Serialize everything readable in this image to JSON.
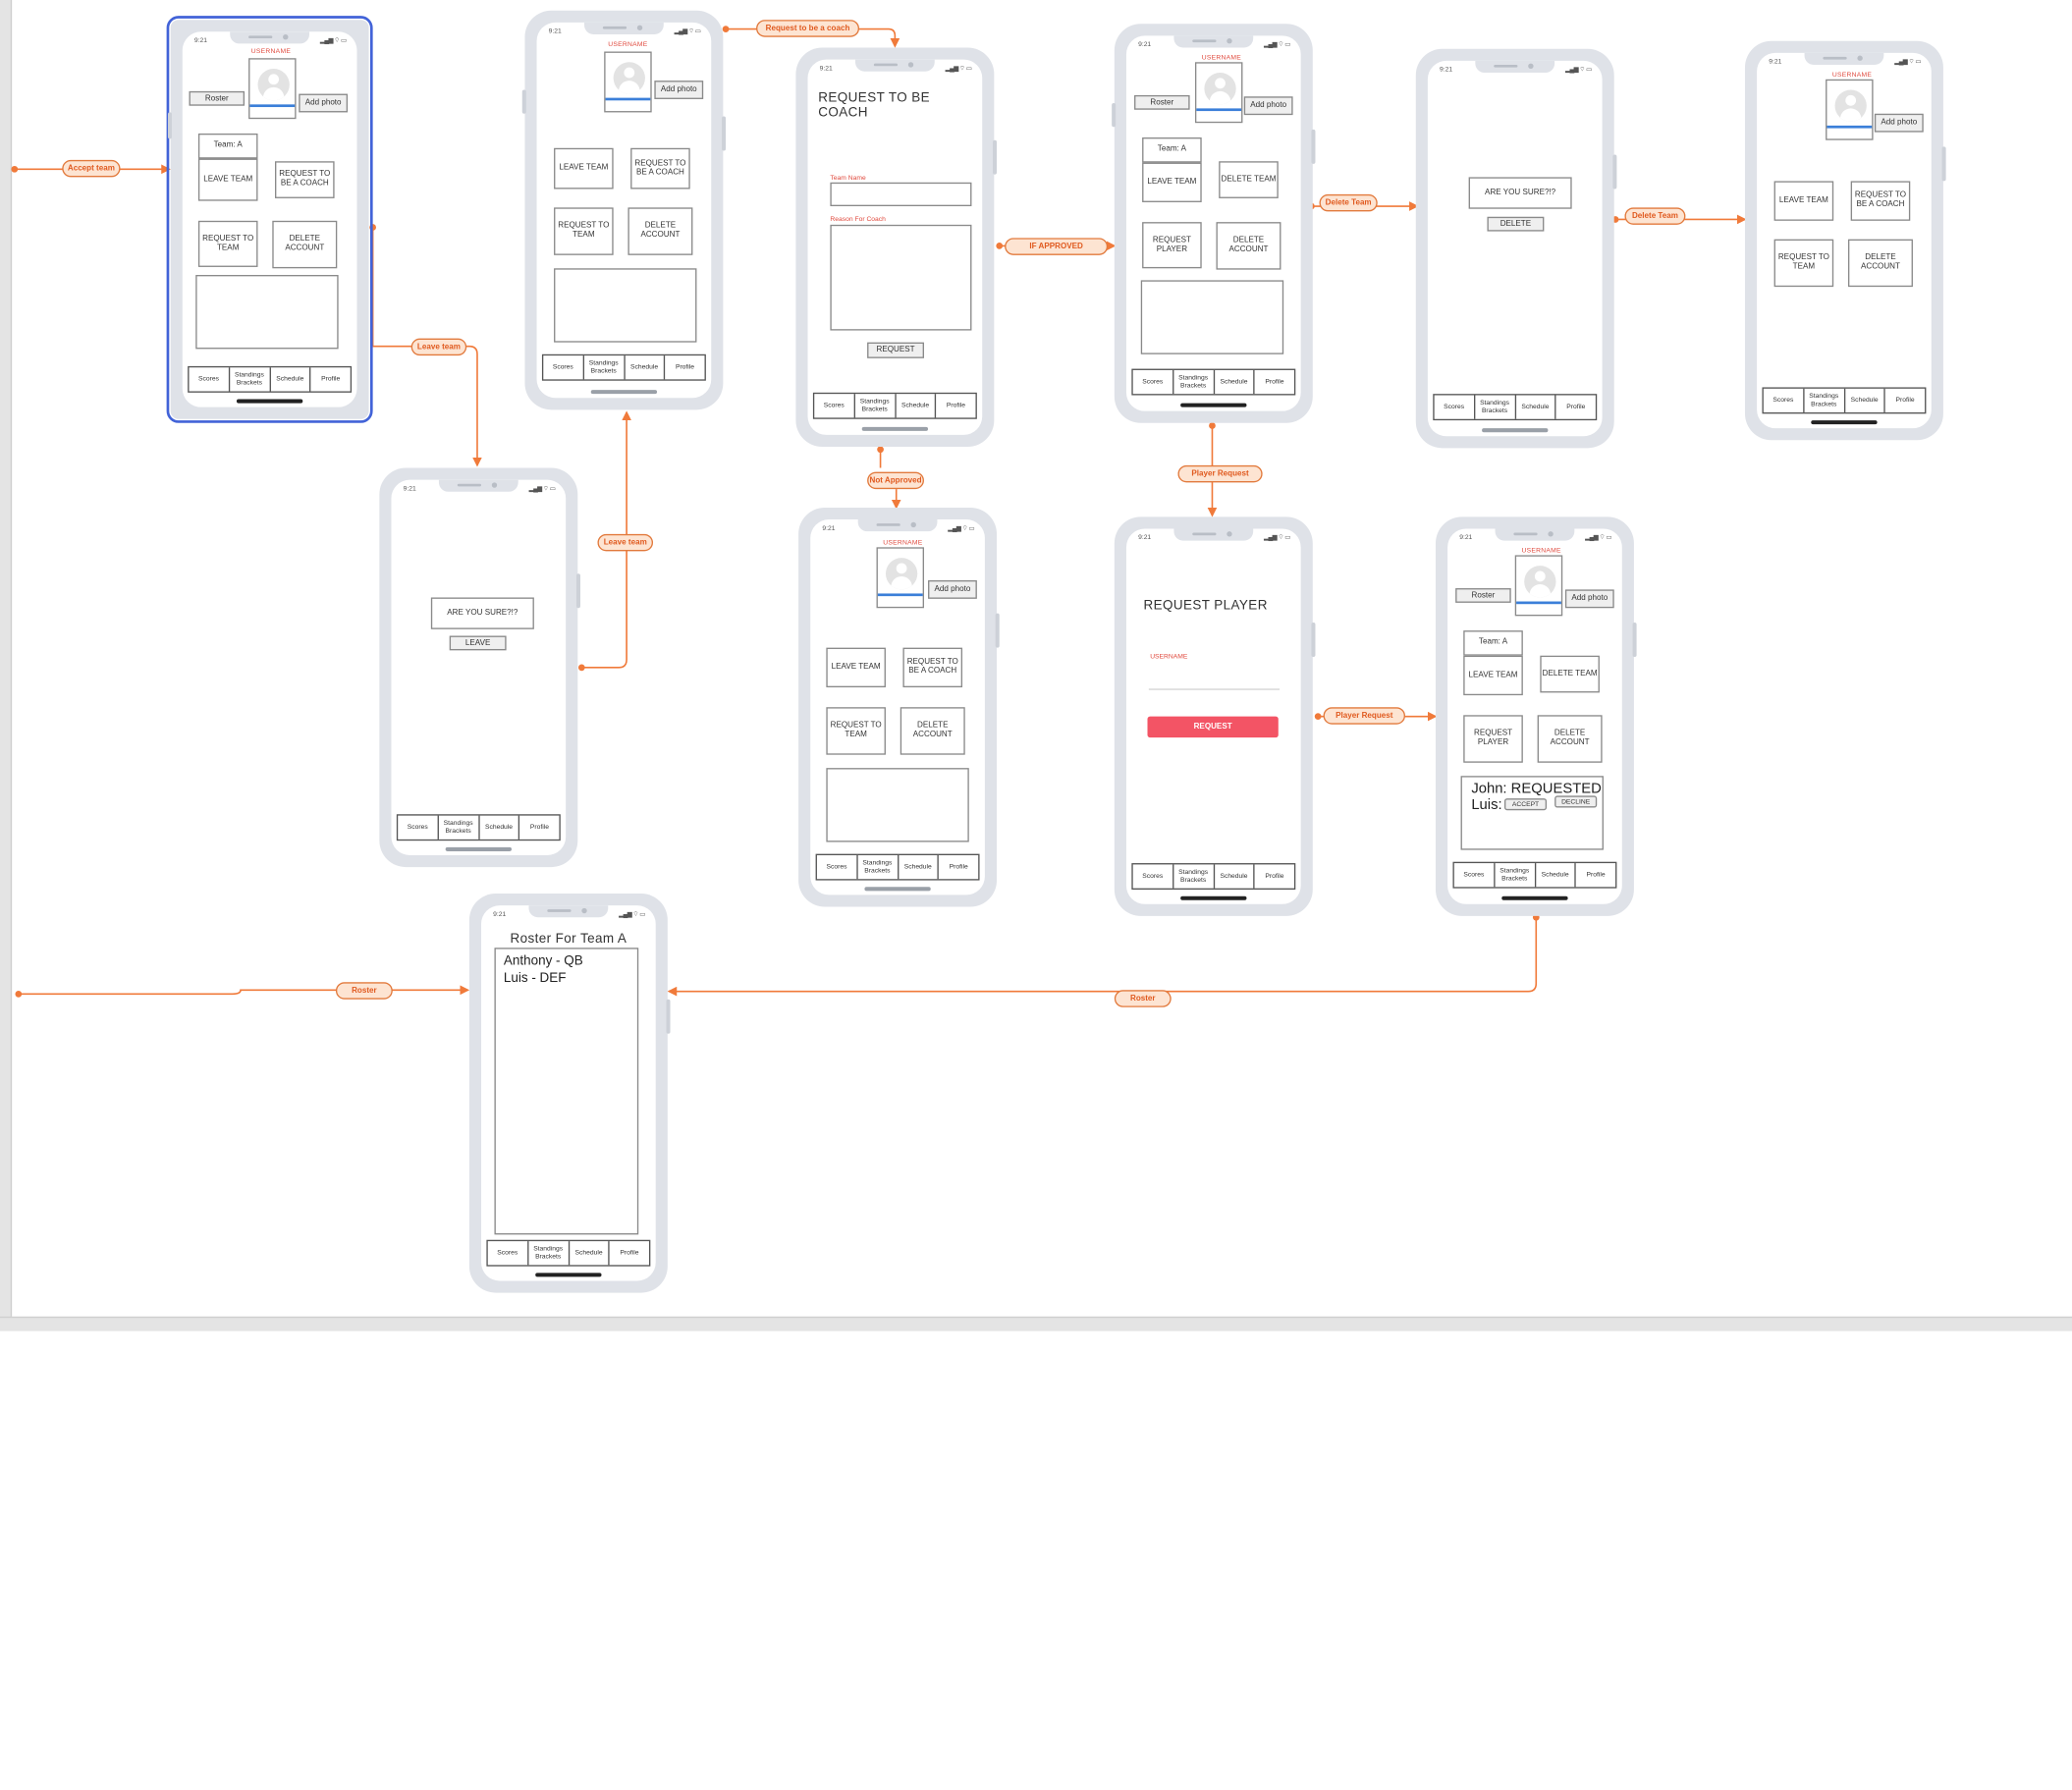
{
  "common": {
    "time": "9:21",
    "username": "USERNAME",
    "roster": "Roster",
    "add_photo": "Add photo",
    "team_a": "Team: A",
    "leave_team": "LEAVE TEAM",
    "request_coach": "REQUEST TO BE A COACH",
    "request_team": "REQUEST TO TEAM",
    "delete_account": "DELETE ACCOUNT",
    "delete_team": "DELETE TEAM",
    "request_player": "REQUEST PLAYER",
    "are_you_sure": "ARE YOU SURE?!?",
    "leave": "LEAVE",
    "delete": "DELETE"
  },
  "tabs": [
    "Scores",
    "Standings Brackets",
    "Schedule",
    "Profile"
  ],
  "coach_form": {
    "title": "REQUEST TO BE COACH",
    "team_name_label": "Team Name",
    "reason_label": "Reason For Coach",
    "submit": "REQUEST"
  },
  "player_form": {
    "title": "REQUEST PLAYER",
    "username_label": "USERNAME",
    "submit": "REQUEST"
  },
  "requests": {
    "line1": "John: REQUESTED",
    "line2": "Luis:",
    "accept": "ACCEPT",
    "decline": "DECLINE"
  },
  "roster_screen": {
    "title": "Roster For Team A",
    "players": [
      "Anthony - QB",
      "Luis - DEF"
    ]
  },
  "flows": {
    "accept_team": "Accept team",
    "leave_team_1": "Leave team",
    "leave_team_2": "Leave team",
    "request_coach": "Request to be a coach",
    "if_approved": "IF APPROVED",
    "not_approved": "Not Approved",
    "player_request_1": "Player Request",
    "player_request_2": "Player Request",
    "delete_team_1": "Delete Team",
    "delete_team_2": "Delete Team",
    "roster_1": "Roster",
    "roster_2": "Roster"
  },
  "colors": {
    "connector": "#f07a3a",
    "pill_fill": "#fde4d2",
    "selection": "#4263d8",
    "accent_red": "#f35465",
    "username_red": "#e0493d",
    "device": "#dfe2e8"
  }
}
